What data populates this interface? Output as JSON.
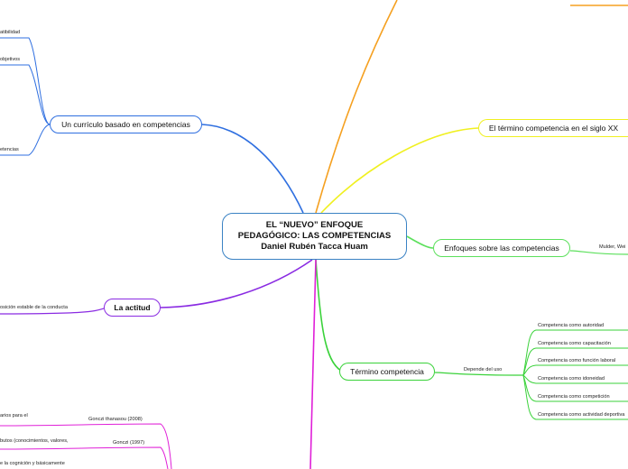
{
  "central": {
    "line1": "EL “NUEVO” ENFOQUE",
    "line2": "PEDAGÓGICO: LAS COMPETENCIAS",
    "line3": "Daniel Rubén Tacca Huam"
  },
  "branches": {
    "curriculo": {
      "label": "Un currículo basado en competencias",
      "color": "#2f6fe0",
      "leaves": [
        "atibilidad",
        "objetivos",
        "etencias"
      ]
    },
    "actitud": {
      "label": "La actitud",
      "color": "#8a2be2",
      "leaves": [
        "osición estable de la conducta"
      ]
    },
    "magenta": {
      "color": "#e020d8",
      "leaves": [
        "Gonczi thanasou (2008)",
        "Gonczi (1997)",
        "arios para el",
        "butos (conocimientos, valores,",
        "e la cognición y básicamente"
      ]
    },
    "termino_siglo": {
      "label": "El término competencia en el siglo XX",
      "color": "#f0f020"
    },
    "enfoques": {
      "label": "Enfoques sobre las competencias",
      "color": "#5ce05c",
      "leaves": [
        "Mulder, Wei"
      ]
    },
    "termino": {
      "label": "Término competencia",
      "color": "#3ad23a",
      "sub": "Depende del uso",
      "leaves": [
        "Competencia como autoridad",
        "Competencia como capacitación",
        "Competencia como función laboral",
        "Competencia como idoneidad",
        "Competencia como competición",
        "Competencia como actividad deportiva"
      ]
    },
    "top": {
      "color": "#f5a020"
    }
  }
}
